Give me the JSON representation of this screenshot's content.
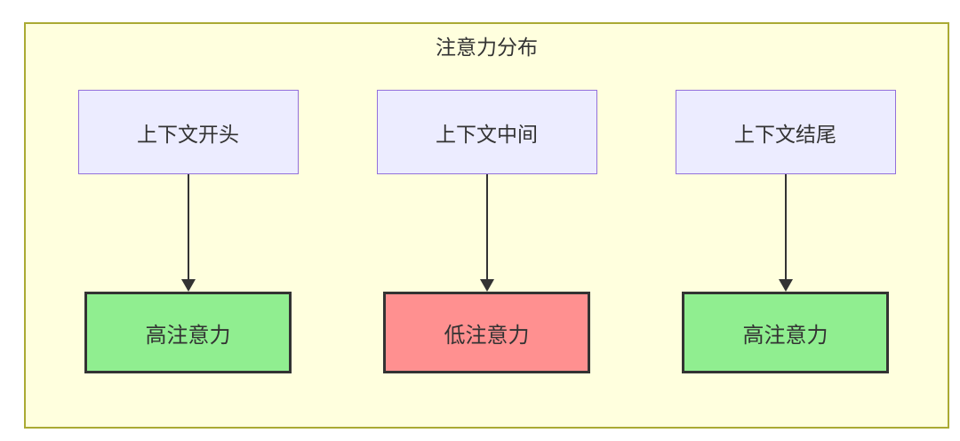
{
  "diagram": {
    "title": "注意力分布",
    "type": "flowchart",
    "colors": {
      "container_bg": "#ffffde",
      "container_border": "#aaaa33",
      "source_fill": "#ececff",
      "source_border": "#9370db",
      "high_fill": "#90ee90",
      "low_fill": "#ff9090",
      "result_border": "#333333",
      "arrow": "#333333",
      "text": "#333333"
    },
    "columns": [
      {
        "source": "上下文开头",
        "result": "高注意力",
        "level": "high"
      },
      {
        "source": "上下文中间",
        "result": "低注意力",
        "level": "low"
      },
      {
        "source": "上下文结尾",
        "result": "高注意力",
        "level": "high"
      }
    ]
  }
}
